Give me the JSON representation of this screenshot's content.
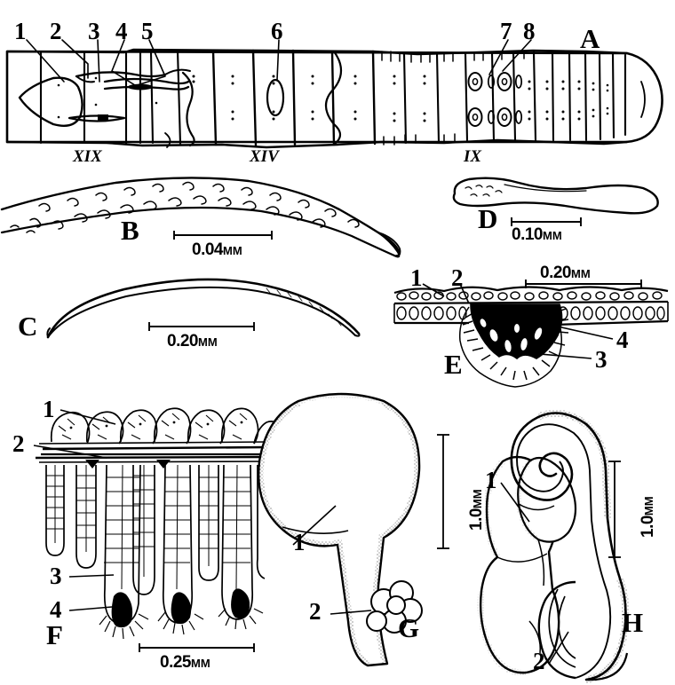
{
  "figure": {
    "type": "scientific-plate",
    "caption_style": "multi-panel anatomical line drawing",
    "panels": [
      {
        "id": "A",
        "label": "A",
        "subject": "whole body, dorsal view, segmented worm",
        "callouts": [
          "1",
          "2",
          "3",
          "4",
          "5",
          "6",
          "7",
          "8"
        ],
        "segment_marks": [
          "XIX",
          "XIV",
          "IX"
        ],
        "scale_bar": null
      },
      {
        "id": "B",
        "label": "B",
        "subject": "jaw / cuticular structure with denticles",
        "callouts": [],
        "scale_bar": {
          "value": "0.04",
          "unit": "MM"
        }
      },
      {
        "id": "C",
        "label": "C",
        "subject": "curved seta / stylet",
        "callouts": [],
        "scale_bar": {
          "value": "0.20",
          "unit": "MM"
        }
      },
      {
        "id": "D",
        "label": "D",
        "subject": "elongate hooked organ",
        "callouts": [],
        "scale_bar": {
          "value": "0.10",
          "unit": "MM"
        }
      },
      {
        "id": "E",
        "label": "E",
        "subject": "epithelium cross-section with pigmented gland",
        "callouts": [
          "1",
          "2",
          "3",
          "4"
        ],
        "scale_bar": {
          "value": "0.20",
          "unit": "MM"
        }
      },
      {
        "id": "F",
        "label": "F",
        "subject": "epithelium cross-section with crypts / tubular glands",
        "callouts": [
          "1",
          "2",
          "3",
          "4"
        ],
        "scale_bar": {
          "value": "0.25",
          "unit": "MM"
        }
      },
      {
        "id": "G",
        "label": "G",
        "subject": "bulbous sac organ with lobed appendage",
        "callouts": [
          "1",
          "2"
        ],
        "scale_bar": {
          "value": "1.0",
          "unit": "MM",
          "orientation": "vertical"
        }
      },
      {
        "id": "H",
        "label": "H",
        "subject": "coiled lobed organ",
        "callouts": [
          "1",
          "2"
        ],
        "scale_bar": {
          "value": "1.0",
          "unit": "MM",
          "orientation": "vertical"
        }
      }
    ]
  },
  "callouts": {
    "a1": "1",
    "a2": "2",
    "a3": "3",
    "a4": "4",
    "a5": "5",
    "a6": "6",
    "a7": "7",
    "a8": "8",
    "e1": "1",
    "e2": "2",
    "e3": "3",
    "e4": "4",
    "f1": "1",
    "f2": "2",
    "f3": "3",
    "f4": "4",
    "g1": "1",
    "g2": "2",
    "h1": "1",
    "h2": "2"
  },
  "panel_letters": {
    "A": "A",
    "B": "B",
    "C": "C",
    "D": "D",
    "E": "E",
    "F": "F",
    "G": "G",
    "H": "H"
  },
  "segments": {
    "xix": "XIX",
    "xiv": "XIV",
    "ix": "IX"
  },
  "scales": {
    "b": {
      "num": "0.04",
      "unit": "MM"
    },
    "c": {
      "num": "0.20",
      "unit": "MM"
    },
    "d": {
      "num": "0.10",
      "unit": "MM"
    },
    "e": {
      "num": "0.20",
      "unit": "MM"
    },
    "f": {
      "num": "0.25",
      "unit": "MM"
    },
    "g": {
      "num": "1.0",
      "unit": "MM"
    },
    "h": {
      "num": "1.0",
      "unit": "MM"
    }
  },
  "colors": {
    "ink": "#000000",
    "paper": "#ffffff",
    "fill_dark": "#0a0a0a",
    "stipple": "#2a2a2a"
  }
}
